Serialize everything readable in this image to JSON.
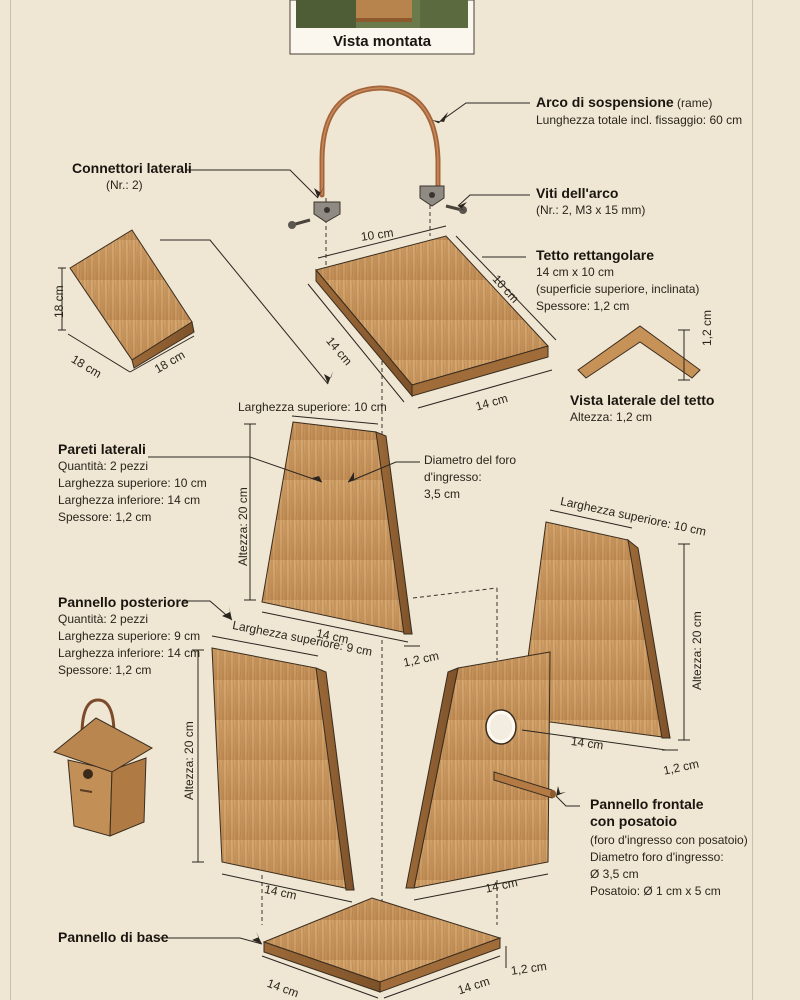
{
  "header": {
    "caption": "Vista montata"
  },
  "callouts": {
    "arch": {
      "title": "Arco di sospensione",
      "title_suffix": " (rame)",
      "line1": "Lunghezza totale incl. fissaggio: 60 cm"
    },
    "connectors": {
      "title": "Connettori laterali",
      "line1": "(Nr.: 2)"
    },
    "screws": {
      "title": "Viti dell'arco",
      "line1": "(Nr.: 2, M3 x 15 mm)"
    },
    "roof": {
      "title": "Tetto rettangolare",
      "line1": "14 cm x 10 cm",
      "line2": "(superficie superiore, inclinata)",
      "line3": "Spessore: 1,2 cm"
    },
    "roof_side": {
      "title": "Vista laterale del tetto",
      "line1": "Altezza: 1,2 cm"
    },
    "side_walls": {
      "title": "Pareti laterali",
      "line1": "Quantità: 2 pezzi",
      "line2": "Larghezza superiore: 10 cm",
      "line3": "Larghezza inferiore: 14 cm",
      "line4": "Spessore: 1,2 cm"
    },
    "hole": {
      "line1": "Diametro del foro",
      "line2": "d'ingresso:",
      "line3": "3,5 cm"
    },
    "back_panel": {
      "title": "Pannello posteriore",
      "line1": "Quantità: 2 pezzi",
      "line2": "Larghezza superiore: 9 cm",
      "line3": "Larghezza inferiore: 14 cm",
      "line4": "Spessore: 1,2 cm"
    },
    "front_panel": {
      "title1": "Pannello frontale",
      "title2": "con posatoio",
      "line1": "(foro d'ingresso con posatoio)",
      "line2": "Diametro foro d'ingresso:",
      "line3": "Ø 3,5 cm",
      "line4": "Posatoio: Ø 1 cm x 5 cm"
    },
    "base": {
      "title": "Pannello di base"
    }
  },
  "dimensions": {
    "d10": "10 cm",
    "d14": "14 cm",
    "d18": "18 cm",
    "d12": "1,2 cm",
    "d20": "Altezza: 20 cm",
    "top10": "Larghezza superiore: 10 cm",
    "top9": "Larghezza superiore: 9 cm"
  },
  "colors": {
    "background": "#efe6d3",
    "wood": "#c28f57",
    "wood_light": "#d8ab73",
    "wood_dark": "#8a5a2c",
    "copper": "#a4643a",
    "line": "#2b2520"
  }
}
